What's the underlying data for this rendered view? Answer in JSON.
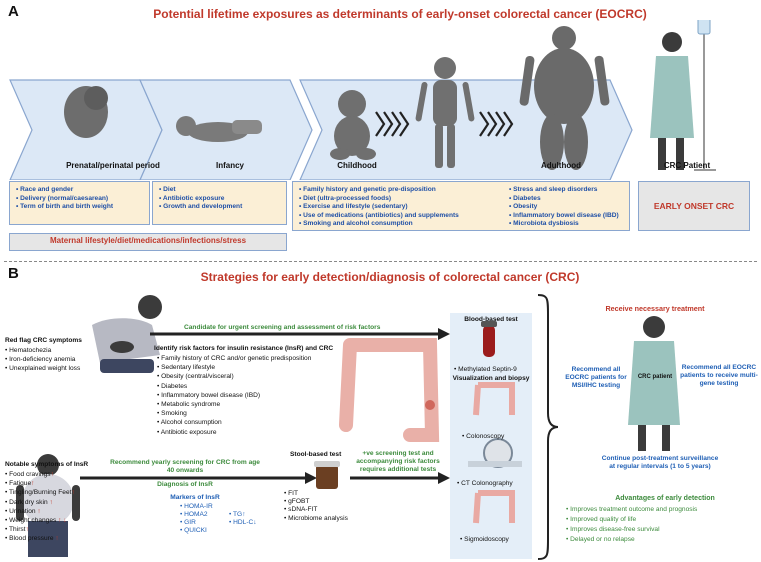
{
  "panel_a": {
    "letter": "A",
    "title": "Potential lifetime exposures as determinants of early-onset colorectal cancer (EOCRC)",
    "stages": [
      {
        "label": "Prenatal/perinatal period"
      },
      {
        "label": "Infancy"
      },
      {
        "label": "Childhood"
      },
      {
        "label": "Adulthood"
      },
      {
        "label": "CRC Patient"
      }
    ],
    "prenatal_factors": [
      "Race and gender",
      "Delivery (normal/caesarean)",
      "Term of birth and birth weight"
    ],
    "infancy_factors": [
      "Diet",
      "Antibiotic exposure",
      "Growth and development"
    ],
    "child_adult_factors_left": [
      "Family history and genetic pre-disposition",
      "Diet (ultra-processed foods)",
      "Exercise and lifestyle (sedentary)",
      "Use of medications (antibiotics) and supplements",
      "Smoking and alcohol consumption"
    ],
    "child_adult_factors_right": [
      "Stress and sleep disorders",
      "Diabetes",
      "Obesity",
      "Inflammatory bowel disease (IBD)",
      "Microbiota dysbiosis"
    ],
    "eocrc_label": "EARLY ONSET CRC",
    "maternal_label": "Maternal lifestyle/diet/medications/infections/stress"
  },
  "panel_b": {
    "letter": "B",
    "title": "Strategies for early detection/diagnosis of colorectal cancer (CRC)",
    "red_flag_title": "Red flag CRC symptoms",
    "red_flag_items": [
      "Hematochezia",
      "Iron-deficiency anemia",
      "Unexplained weight loss"
    ],
    "candidate_label": "Candidate for urgent screening and assessment of risk factors",
    "risk_title": "Identify risk factors for insulin resistance (InsR) and CRC",
    "risk_items": [
      "Family history of CRC and/or genetic predisposition",
      "Sedentary lifestyle",
      "Obesity  (central/visceral)",
      "Diabetes",
      "Inflammatory bowel disease (IBD)",
      "Metabolic syndrome",
      "Smoking",
      "Alcohol consumption",
      "Antibiotic exposure"
    ],
    "insr_title": "Notable symptoms of InsR",
    "insr_items": [
      {
        "text": "Food cravings",
        "mark": "↑"
      },
      {
        "text": "Fatigue",
        "mark": "↑"
      },
      {
        "text": "Tingling/Burning Feet",
        "mark": "↑"
      },
      {
        "text": "Dark dry skin",
        "mark": "↑"
      },
      {
        "text": "Urination",
        "mark": "↑"
      },
      {
        "text": "Weight changes",
        "mark": "↑ ↓"
      },
      {
        "text": "Thirst",
        "mark": "↑"
      },
      {
        "text": "Blood pressure",
        "mark": "↑"
      }
    ],
    "recommend_yearly": "Recommend yearly screening for CRC from age 40 onwards",
    "diagnosis_insr": "Diagnosis of InsR",
    "markers_title": "Markers of InsR",
    "markers_left": [
      "HOMA-IR",
      "HOMA2",
      "GIR",
      "QUICKI"
    ],
    "markers_right": [
      "TG↑",
      "HDL-C↓"
    ],
    "stool_title": "Stool-based test",
    "stool_items": [
      "FIT",
      "gFOBT",
      "sDNA-FIT",
      "Microbiome analysis"
    ],
    "positive_label": "+ve screening test and accompanying risk factors requires additional tests",
    "blood_title": "Blood-based test",
    "blood_item": "Methylated Septin-9",
    "visual_title": "Visualization and biopsy",
    "visual_items": [
      "Colonoscopy",
      "CT Colonography",
      "Sigmoidoscopy"
    ],
    "treatment_title": "Receive necessary treatment",
    "msi_label": "Recommend all EOCRC patients for MSI/IHC testing",
    "multigene_label": "Recommend all EOCRC patients to receive multi-gene testing",
    "crc_patient_label": "CRC patient",
    "surveillance_label": "Continue post-treatment surveillance at regular intervals (1 to 5 years)",
    "advantages_title": "Advantages of early detection",
    "advantages_items": [
      "Improves treatment outcome and prognosis",
      "Improved quality of life",
      "Improves disease-free survival",
      "Delayed or no relapse"
    ]
  },
  "colors": {
    "title_red": "#c0392b",
    "blue_text": "#1f4fa6",
    "green_text": "#3d8b3d",
    "factor_bg": "#fbefd6",
    "arrow_bg": "#dce8f6"
  }
}
